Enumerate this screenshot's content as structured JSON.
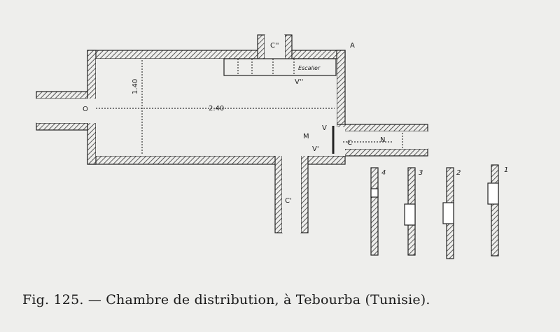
{
  "labels": {
    "outlet_o": "O",
    "width_dim": "1.40",
    "length_dim": "2.40",
    "channel_top": "C''",
    "stair": "Escalier",
    "valve_top": "V''",
    "corner_a": "A",
    "valve_v": "V",
    "point_m": "M",
    "valve_v1": "V'",
    "channel_c": "C",
    "point_n": "N",
    "channel_bottom": "C'",
    "gate_4": "4",
    "gate_3": "3",
    "gate_2": "2",
    "gate_1": "1"
  },
  "caption": "Fig. 125. — Chambre de distribution, à Tebourba (Tunisie)."
}
